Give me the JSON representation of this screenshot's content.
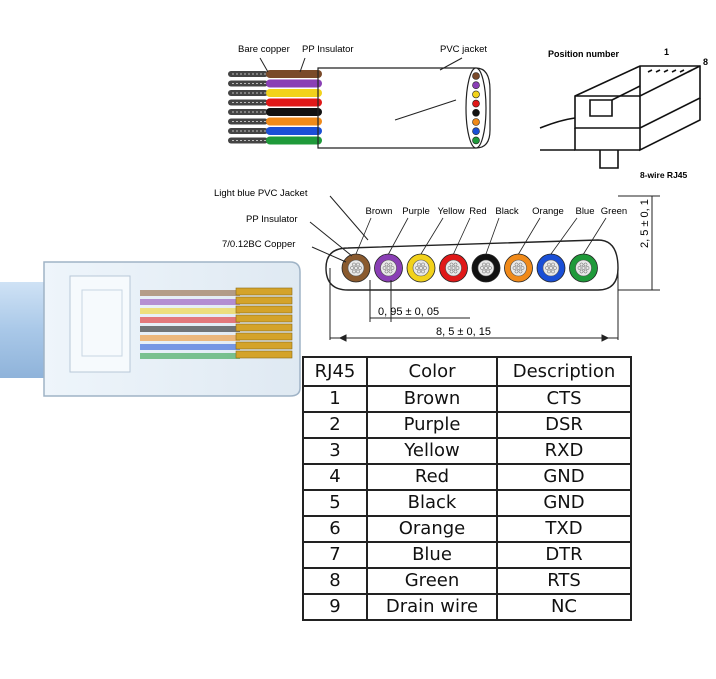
{
  "top_left": {
    "label_bare_copper": "Bare copper",
    "label_pp_insulator": "PP Insulator",
    "label_pvc_jacket": "PVC jacket",
    "wire_colors": [
      "#7a4a2a",
      "#8a3fb5",
      "#f2d21b",
      "#e01818",
      "#111111",
      "#f08a1a",
      "#1a4fd6",
      "#1f9a3a"
    ]
  },
  "top_right": {
    "label_position_number": "Position number",
    "label_pos1": "1",
    "label_pos8": "8",
    "label_connector": "8-wire RJ45"
  },
  "cross_section": {
    "label_jacket": "Light blue PVC Jacket",
    "label_insulator": "PP Insulator",
    "label_copper": "7/0.12BC Copper",
    "wire_names": [
      "Brown",
      "Purple",
      "Yellow",
      "Red",
      "Black",
      "Orange",
      "Blue",
      "Green"
    ],
    "wire_colors": [
      "#8a5a2e",
      "#8a3fb5",
      "#f2d21b",
      "#e01818",
      "#111111",
      "#f08a1a",
      "#1a4fd6",
      "#1f9a3a"
    ],
    "dim_pitch": "0, 95 ± 0, 05",
    "dim_width": "8, 5 ± 0, 15",
    "dim_height": "2, 5 ± 0, 1"
  },
  "pinout_table": {
    "headers": [
      "RJ45",
      "Color",
      "Description"
    ],
    "rows": [
      [
        "1",
        "Brown",
        "CTS"
      ],
      [
        "2",
        "Purple",
        "DSR"
      ],
      [
        "3",
        "Yellow",
        "RXD"
      ],
      [
        "4",
        "Red",
        "GND"
      ],
      [
        "5",
        "Black",
        "GND"
      ],
      [
        "6",
        "Orange",
        "TXD"
      ],
      [
        "7",
        "Blue",
        "DTR"
      ],
      [
        "8",
        "Green",
        "RTS"
      ],
      [
        "9",
        "Drain wire",
        "NC"
      ]
    ]
  },
  "photo": {
    "cable_color": "#a9c8e8",
    "wire_colors": [
      "#8a5a2e",
      "#8a3fb5",
      "#f2d21b",
      "#e01818",
      "#111111",
      "#f08a1a",
      "#1a4fd6",
      "#1f9a3a"
    ]
  }
}
